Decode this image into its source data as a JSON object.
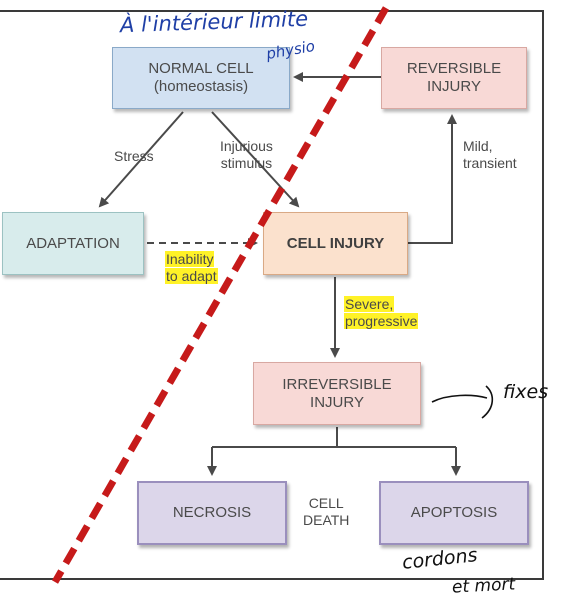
{
  "nodes": {
    "normal_cell": {
      "line1": "NORMAL CELL",
      "line2": "(homeostasis)"
    },
    "reversible_injury": {
      "line1": "REVERSIBLE",
      "line2": "INJURY"
    },
    "adaptation": {
      "line1": "ADAPTATION"
    },
    "cell_injury": {
      "line1": "CELL INJURY"
    },
    "irreversible_injury": {
      "line1": "IRREVERSIBLE",
      "line2": "INJURY"
    },
    "necrosis": {
      "line1": "NECROSIS"
    },
    "apoptosis": {
      "line1": "APOPTOSIS"
    }
  },
  "edge_labels": {
    "stress": "Stress",
    "injurious_line1": "Injurious",
    "injurious_line2": "stimulus",
    "mild_line1": "Mild,",
    "mild_line2": "transient",
    "inability_line1": "Inability",
    "inability_line2": "to adapt",
    "severe_line1": "Severe,",
    "severe_line2": "progressive",
    "cell_death_line1": "CELL",
    "cell_death_line2": "DEATH"
  },
  "annotations": {
    "top_handwritten": "À l'intérieur limite",
    "physio": "physio",
    "fixes": "fixes",
    "bottom_line1": "cordons",
    "bottom_line2": "et mort"
  },
  "colors": {
    "highlight": "#fff227",
    "dashed_divider": "#c61a1a",
    "handwriting_blue": "#1f3fa6"
  }
}
